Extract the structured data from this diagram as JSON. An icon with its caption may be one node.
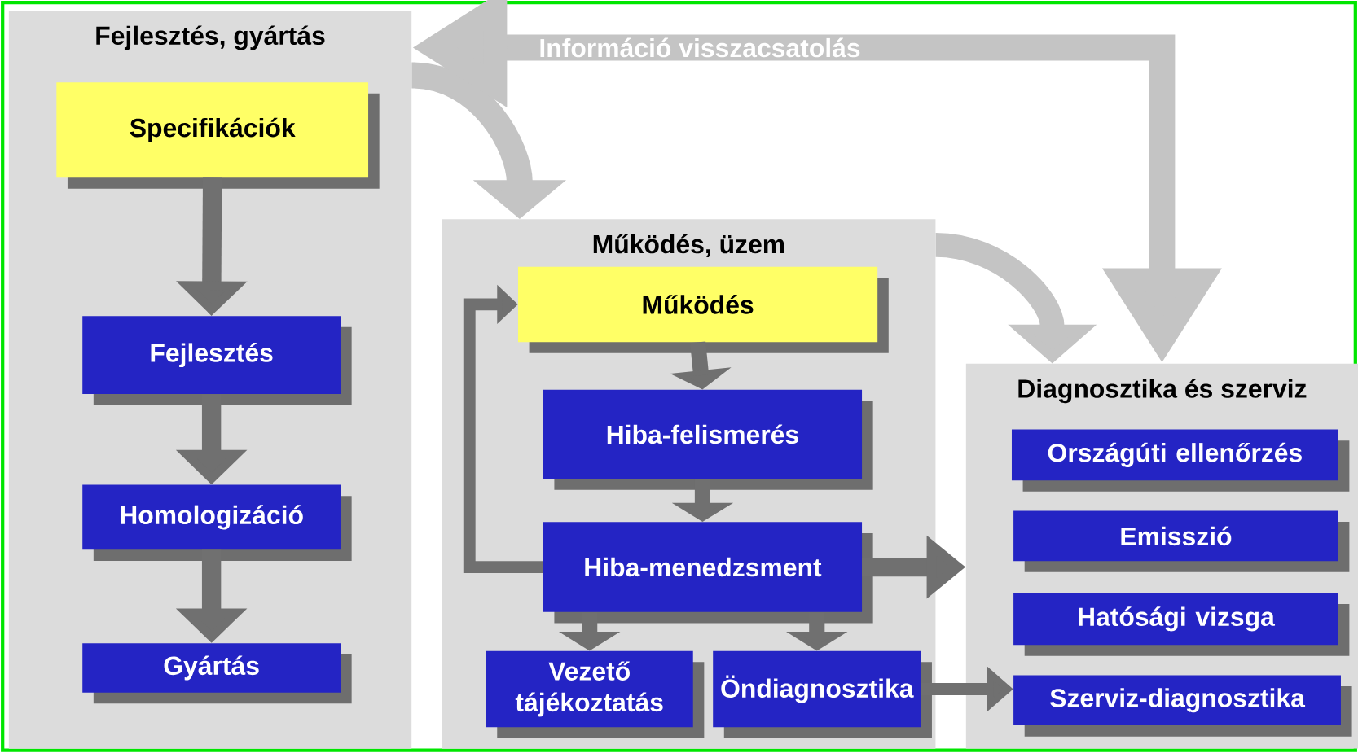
{
  "diagram": {
    "nodes": [
      {
        "text": [
          "Fejlesztés, gyártás"
        ]
      },
      {
        "text": [
          "Specifikációk"
        ],
        "in": 0
      },
      {
        "text": [
          "Fejlesztés"
        ],
        "in": 0
      },
      {
        "text": [
          "Homologizáció"
        ],
        "in": 0
      },
      {
        "text": [
          "Gyártás"
        ],
        "in": 0
      },
      {
        "text": [
          "Működés, üzem"
        ]
      },
      {
        "text": [
          "Működés"
        ],
        "in": 5
      },
      {
        "text": [
          "Hiba-felismerés"
        ],
        "in": 5
      },
      {
        "text": [
          "Hiba-menedzsment"
        ],
        "in": 5
      },
      {
        "text": [
          "Vezető tájékoztatás"
        ],
        "in": 5
      },
      {
        "text": [
          "Öndiagnosztika"
        ],
        "in": 5
      },
      {
        "text": [
          "Diagnosztika és szerviz"
        ]
      },
      {
        "text": [
          "Országúti ellenőrzés"
        ],
        "in": 11
      },
      {
        "text": [
          "Emisszió"
        ],
        "in": 11
      },
      {
        "text": [
          "Hatósági vizsga"
        ],
        "in": 11
      },
      {
        "text": [
          "Szerviz-diagnosztika"
        ],
        "in": 11
      }
    ],
    "edges": [
      {
        "from": 1,
        "to": 2,
        "arrow": "to"
      },
      {
        "from": 2,
        "to": 3,
        "arrow": "to"
      },
      {
        "from": 3,
        "to": 4,
        "arrow": "to"
      },
      {
        "from": 6,
        "to": 7,
        "arrow": "to"
      },
      {
        "from": 7,
        "to": 8,
        "arrow": "to"
      },
      {
        "from": 8,
        "to": 9,
        "arrow": "to"
      },
      {
        "from": 8,
        "to": 10,
        "arrow": "to"
      },
      {
        "from": 8,
        "to": 6,
        "arrow": "to"
      },
      {
        "from": 8,
        "to": 11,
        "arrow": "to"
      },
      {
        "from": 10,
        "to": 15,
        "arrow": "to"
      },
      {
        "from": 0,
        "to": 5,
        "arrow": "to",
        "color": "#c4c4c4"
      },
      {
        "from": 5,
        "to": 11,
        "arrow": "to",
        "color": "#c4c4c4"
      },
      {
        "from": 11,
        "to": 0,
        "arrow": "both",
        "label": "Információ visszacsatolás",
        "color": "#c4c4c4"
      }
    ]
  }
}
